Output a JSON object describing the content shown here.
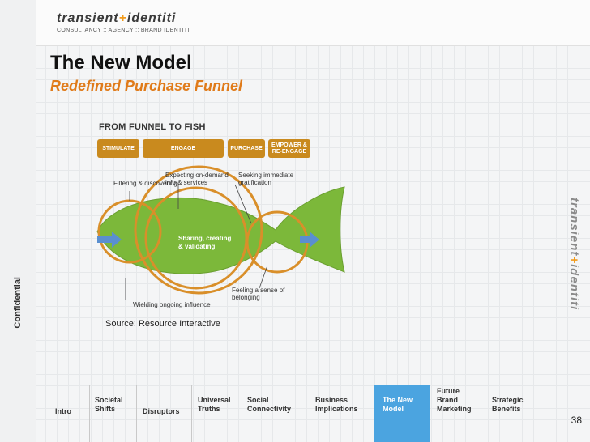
{
  "brand": {
    "name_left": "transient",
    "plus": "+",
    "name_right": "identiti",
    "tagline": "CONSULTANCY :: AGENCY :: BRAND IDENTITI"
  },
  "slide": {
    "title": "The New Model",
    "subtitle": "Redefined Purchase Funnel",
    "page_number": "38"
  },
  "figure": {
    "title": "FROM FUNNEL TO FISH",
    "stages": [
      "STIMULATE",
      "ENGAGE",
      "PURCHASE",
      "EMPOWER & RE-ENGAGE"
    ],
    "annotations": {
      "filtering": "Filtering & discovering",
      "expecting": "Expecting on-demand info & services",
      "seeking": "Seeking immediate gratification",
      "sharing": "Sharing, creating & validating",
      "belonging": "Feeling a sense of belonging",
      "wielding": "Wielding ongoing influence"
    },
    "source": "Source: Resource Interactive"
  },
  "sidebar": {
    "confidential": "Confidential"
  },
  "nav": {
    "items": [
      "Intro",
      "Societal Shifts",
      "Disruptors",
      "Universal Truths",
      "Social Connectivity",
      "Business Implications",
      "The New Model",
      "Future Brand Marketing",
      "Strategic Benefits"
    ],
    "active_index": 6
  },
  "colors": {
    "accent": "#e07b1a",
    "stage": "#c98a1e",
    "fish": "#7cb83a",
    "nav_active": "#4ba4e0"
  }
}
